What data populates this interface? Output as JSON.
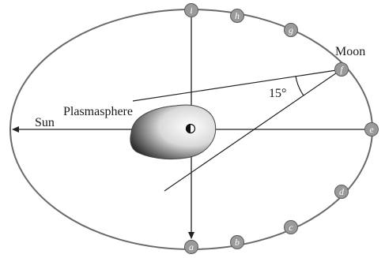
{
  "labels": {
    "sun": "Sun",
    "plasmasphere": "Plasmasphere",
    "moon": "Moon",
    "angle": "15°"
  },
  "positions": [
    {
      "id": "pos-a",
      "letter": "a"
    },
    {
      "id": "pos-b",
      "letter": "b"
    },
    {
      "id": "pos-c",
      "letter": "c"
    },
    {
      "id": "pos-d",
      "letter": "d"
    },
    {
      "id": "pos-e",
      "letter": "e"
    },
    {
      "id": "pos-f",
      "letter": "f"
    },
    {
      "id": "pos-g",
      "letter": "g"
    },
    {
      "id": "pos-h",
      "letter": "h"
    },
    {
      "id": "pos-i",
      "letter": "i"
    }
  ],
  "colors": {
    "orbit": "#6a6a6a",
    "node": "#9a9a9a",
    "line": "#222222"
  }
}
